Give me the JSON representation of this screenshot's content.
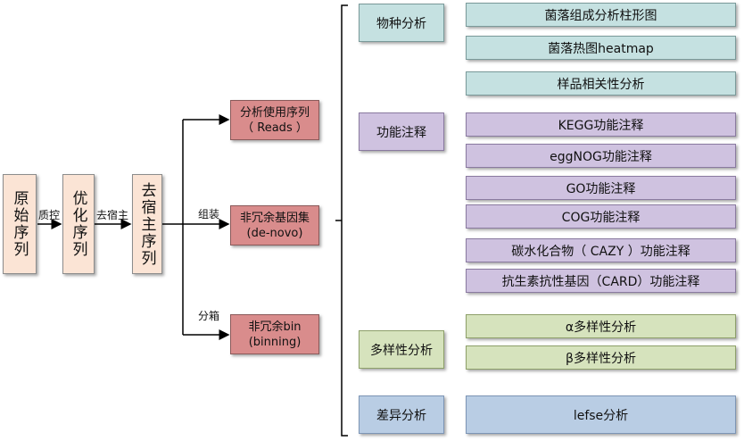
{
  "pipeline": {
    "raw": "原始序列",
    "qc_label": "质控",
    "optimized": "优化序列",
    "dehost_label": "去宿主",
    "dehosted": "去宿主序列",
    "reads_line1": "分析使用序列",
    "reads_line2": "（ Reads ）",
    "assembly_label": "组装",
    "genes_line1": "非冗余基因集",
    "genes_line2": "(de-novo)",
    "binning_label": "分箱",
    "bin_line1": "非冗余bin",
    "bin_line2": "(binning)"
  },
  "categories": {
    "species": "物种分析",
    "function": "功能注释",
    "diversity": "多样性分析",
    "difference": "差异分析"
  },
  "analyses": {
    "species": [
      "菌落组成分析柱形图",
      "菌落热图heatmap",
      "样品相关性分析"
    ],
    "function": [
      "KEGG功能注释",
      "eggNOG功能注释",
      "GO功能注释",
      "COG功能注释",
      "碳水化合物（ CAZY ）功能注释",
      "抗生素抗性基因（CARD）功能注释"
    ],
    "diversity": [
      "α多样性分析",
      "β多样性分析"
    ],
    "difference": [
      "lefse分析"
    ]
  },
  "colors": {
    "peach": "#fbe4d5",
    "rose": "#d98c8c",
    "teal": "#c5e1e1",
    "lavender": "#cfc2e0",
    "olive": "#d6e3bd",
    "steel": "#b9cde4"
  }
}
